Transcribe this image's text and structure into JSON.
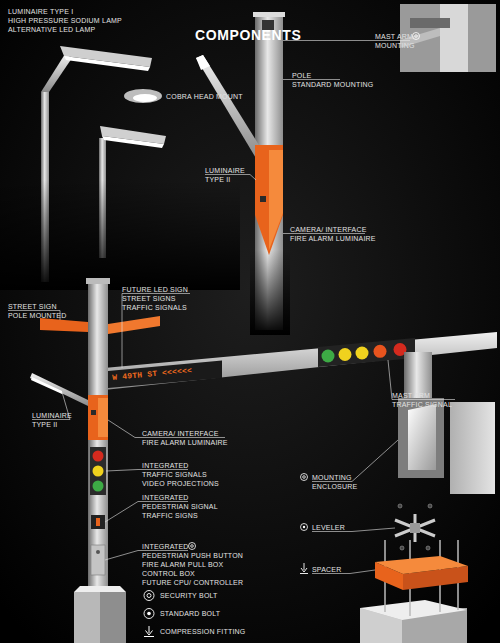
{
  "diagram": {
    "title": "COMPONENTS",
    "labels": [
      "LUMINAIRE TYPE I",
      "HIGH PRESSURE SODIUM LAMP",
      "ALTERNATIVE LED LAMP",
      "COBRA HEAD MOUNT",
      "MAST ARM",
      "MOUNTING",
      "POLE",
      "STANDARD MOUNTING",
      "LUMINAIRE",
      "TYPE II",
      "CAMERA/ INTERFACE",
      "FIRE ALARM LUMINAIRE",
      "FUTURE LED SIGN",
      "STREET SIGNS",
      "TRAFFIC SIGNALS",
      "STREET SIGN",
      "POLE MOUNTED",
      "W 49TH ST <<<<<<",
      "MAST ARM",
      "TRAFFIC SIGNAL",
      "CAMERA/ INTERFACE",
      "FIRE ALARM LUMINAIRE",
      "LUMINAIRE",
      "TYPE II",
      "INTEGRATED",
      "TRAFFIC SIGNALS",
      "VIDEO PROJECTIONS",
      "INTEGRATED",
      "PEDESTRIAN SIGNAL",
      "TRAFFIC SIGNS",
      "INTEGRATED",
      "PEDESTRIAN PUSH BUTTON",
      "FIRE ALARM PULL BOX",
      "CONTROL BOX",
      "FUTURE CPU/ CONTROLLER",
      "MOUNTING",
      "ENCLOSURE",
      "LEVELER",
      "SPACER"
    ],
    "legend": [
      {
        "text": "SECURITY BOLT"
      },
      {
        "text": "STANDARD BOLT"
      },
      {
        "text": "COMPRESSION FITTING"
      }
    ]
  }
}
